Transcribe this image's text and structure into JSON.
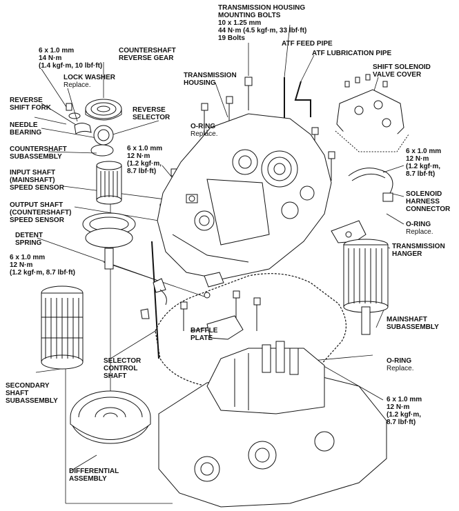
{
  "labels": {
    "housing_bolts": {
      "l1": "TRANSMISSION HOUSING",
      "l2": "MOUNTING BOLTS",
      "l3": "10 x 1.25 mm",
      "l4": "44 N·m (4.5 kgf·m, 33 lbf·ft)",
      "l5": "19 Bolts"
    },
    "atf_feed_pipe": {
      "l1": "ATF FEED PIPE"
    },
    "atf_lube_pipe": {
      "l1": "ATF LUBRICATION PIPE"
    },
    "shift_solenoid_cover": {
      "l1": "SHIFT SOLENOID",
      "l2": "VALVE COVER"
    },
    "bolt_6x1_a": {
      "l1": "6 x 1.0 mm",
      "l2": "14 N·m",
      "l3": "(1.4 kgf·m, 10 lbf·ft)"
    },
    "cs_reverse_gear": {
      "l1": "COUNTERSHAFT",
      "l2": "REVERSE GEAR"
    },
    "lock_washer": {
      "l1": "LOCK WASHER",
      "l2": "Replace."
    },
    "transmission_housing": {
      "l1": "TRANSMISSION",
      "l2": "HOUSING"
    },
    "reverse_shift_fork": {
      "l1": "REVERSE",
      "l2": "SHIFT FORK"
    },
    "reverse_selector": {
      "l1": "REVERSE",
      "l2": "SELECTOR"
    },
    "needle_bearing": {
      "l1": "NEEDLE",
      "l2": "BEARING"
    },
    "o_ring_top": {
      "l1": "O-RING",
      "l2": "Replace."
    },
    "countershaft_sub": {
      "l1": "COUNTERSHAFT",
      "l2": "SUBASSEMBLY"
    },
    "bolt_6x1_b": {
      "l1": "6 x 1.0 mm",
      "l2": "12 N·m",
      "l3": "(1.2 kgf·m,",
      "l4": "8.7 lbf·ft)"
    },
    "bolt_6x1_c": {
      "l1": "6 x 1.0 mm",
      "l2": "12 N·m",
      "l3": "(1.2 kgf·m,",
      "l4": "8.7 lbf·ft)"
    },
    "input_speed_sensor": {
      "l1": "INPUT SHAFT",
      "l2": "(MAINSHAFT)",
      "l3": "SPEED SENSOR"
    },
    "solenoid_connector": {
      "l1": "SOLENOID",
      "l2": "HARNESS",
      "l3": "CONNECTOR"
    },
    "output_speed_sensor": {
      "l1": "OUTPUT SHAFT",
      "l2": "(COUNTERSHAFT)",
      "l3": "SPEED SENSOR"
    },
    "o_ring_right": {
      "l1": "O-RING",
      "l2": "Replace."
    },
    "detent_spring": {
      "l1": "DETENT",
      "l2": "SPRING"
    },
    "transmission_hanger": {
      "l1": "TRANSMISSION",
      "l2": "HANGER"
    },
    "bolt_6x1_d": {
      "l1": "6 x 1.0 mm",
      "l2": "12 N·m",
      "l3": "(1.2 kgf·m, 8.7 lbf·ft)"
    },
    "mainshaft_sub": {
      "l1": "MAINSHAFT",
      "l2": "SUBASSEMBLY"
    },
    "baffle_plate": {
      "l1": "BAFFLE",
      "l2": "PLATE"
    },
    "o_ring_bottom": {
      "l1": "O-RING",
      "l2": "Replace."
    },
    "selector_control_shaft": {
      "l1": "SELECTOR",
      "l2": "CONTROL",
      "l3": "SHAFT"
    },
    "secondary_shaft_sub": {
      "l1": "SECONDARY",
      "l2": "SHAFT",
      "l3": "SUBASSEMBLY"
    },
    "bolt_6x1_e": {
      "l1": "6 x 1.0 mm",
      "l2": "12 N·m",
      "l3": "(1.2 kgf·m,",
      "l4": "8.7 lbf·ft)"
    },
    "differential": {
      "l1": "DIFFERENTIAL",
      "l2": "ASSEMBLY"
    }
  }
}
